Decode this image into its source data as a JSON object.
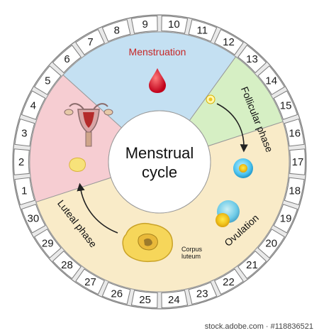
{
  "title": "Menstrual cycle",
  "title_line1": "Menstrual",
  "title_line2": "cycle",
  "days": [
    "1",
    "2",
    "3",
    "4",
    "5",
    "6",
    "7",
    "8",
    "9",
    "10",
    "11",
    "12",
    "13",
    "14",
    "15",
    "16",
    "17",
    "18",
    "19",
    "20",
    "21",
    "22",
    "23",
    "24",
    "25",
    "26",
    "27",
    "28",
    "29",
    "30"
  ],
  "phases": {
    "menstruation": "Menstruation",
    "follicular": "Follicular phase",
    "ovulation": "Ovulation",
    "luteal": "Luteal phase"
  },
  "corpus_luteum_line1": "Corpus",
  "corpus_luteum_line2": "luteum",
  "stock_id": "stock.adobe.com · #118836521",
  "colors": {
    "menstruation": "#f6cdd2",
    "follicular": "#c4e0f2",
    "ovulation": "#d6efc4",
    "luteal": "#f9ebc8",
    "menstruation_text": "#c62828",
    "day_cell": "#ffffff",
    "ring_border": "#7a7a7a"
  }
}
